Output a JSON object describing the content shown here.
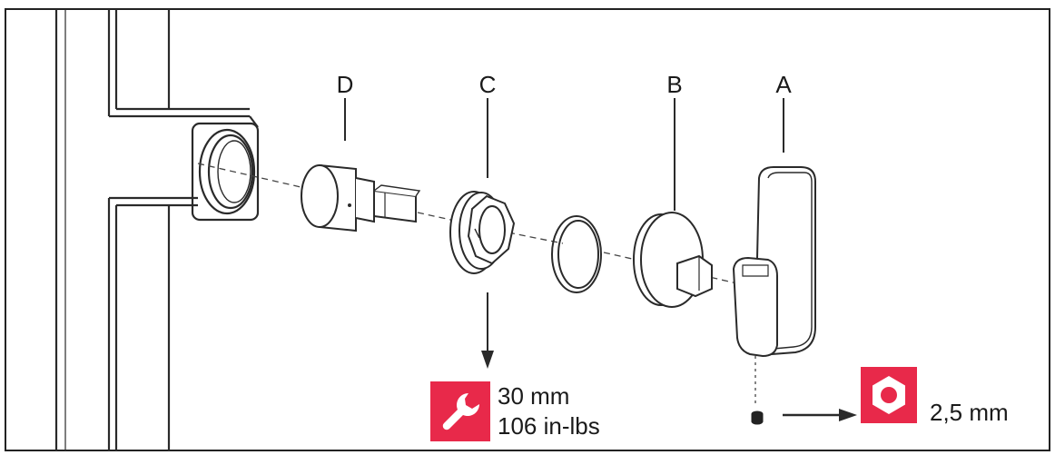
{
  "labels": {
    "part_d": "D",
    "part_c": "C",
    "part_b": "B",
    "part_a": "A"
  },
  "specs": {
    "socket_size": "30 mm",
    "torque": "106 in-lbs",
    "hex_key_size": "2,5 mm"
  },
  "icons": {
    "wrench": "wrench-icon",
    "hex_key": "hex-key-icon"
  },
  "colors": {
    "accent": "#e8294a",
    "line": "#2a2a2a"
  }
}
